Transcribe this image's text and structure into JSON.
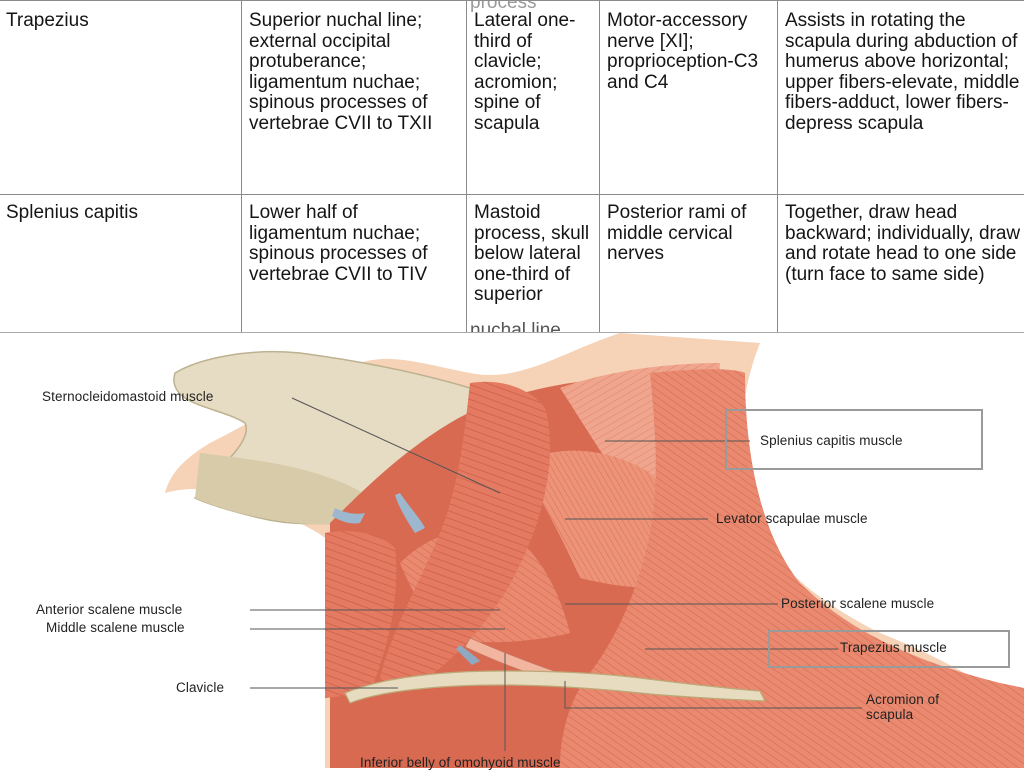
{
  "table": {
    "rows": [
      {
        "muscle": "Trapezius",
        "origin": "Superior nuchal line; external occipital protuberance; ligamentum nuchae; spinous processes of vertebrae CVII to TXII",
        "insertion": "Lateral one-third of clavicle; acromion; spine of scapula",
        "innervation": "Motor-accessory nerve [XI]; proprioception-C3 and C4",
        "function": "Assists in rotating the scapula during abduction of humerus above horizontal; upper fibers-elevate, middle fibers-adduct, lower fibers-depress scapula"
      },
      {
        "muscle": "Splenius capitis",
        "origin": "Lower half of ligamentum nuchae; spinous processes of vertebrae CVII to TIV",
        "insertion": "Mastoid process, skull below lateral one-third of superior",
        "innervation": "Posterior rami of middle cervical nerves",
        "function": "Together, draw head backward; individually, draw and rotate head to one side (turn face to same side)"
      }
    ],
    "cut_top_text": "process",
    "cut_bottom_text": "nuchal line"
  },
  "illustration": {
    "labels": {
      "sternocleidomastoid": "Sternocleidomastoid muscle",
      "splenius_capitis": "Splenius capitis muscle",
      "levator_scapulae": "Levator scapulae muscle",
      "anterior_scalene": "Anterior scalene muscle",
      "posterior_scalene": "Posterior scalene muscle",
      "middle_scalene": "Middle scalene muscle",
      "trapezius": "Trapezius muscle",
      "clavicle": "Clavicle",
      "acromion_line1": "Acromion of",
      "acromion_line2": "scapula",
      "omohyoid": "Inferior belly of omohyoid muscle"
    },
    "highlighted_labels": [
      "Splenius capitis muscle",
      "Trapezius muscle"
    ],
    "colors": {
      "muscle": "#e9826a",
      "muscle_dark": "#c95a44",
      "skin": "#f6d2b6",
      "bone": "#e8dcc0",
      "leader_line": "#555555",
      "highlight_box": "#9a9a9a"
    }
  }
}
